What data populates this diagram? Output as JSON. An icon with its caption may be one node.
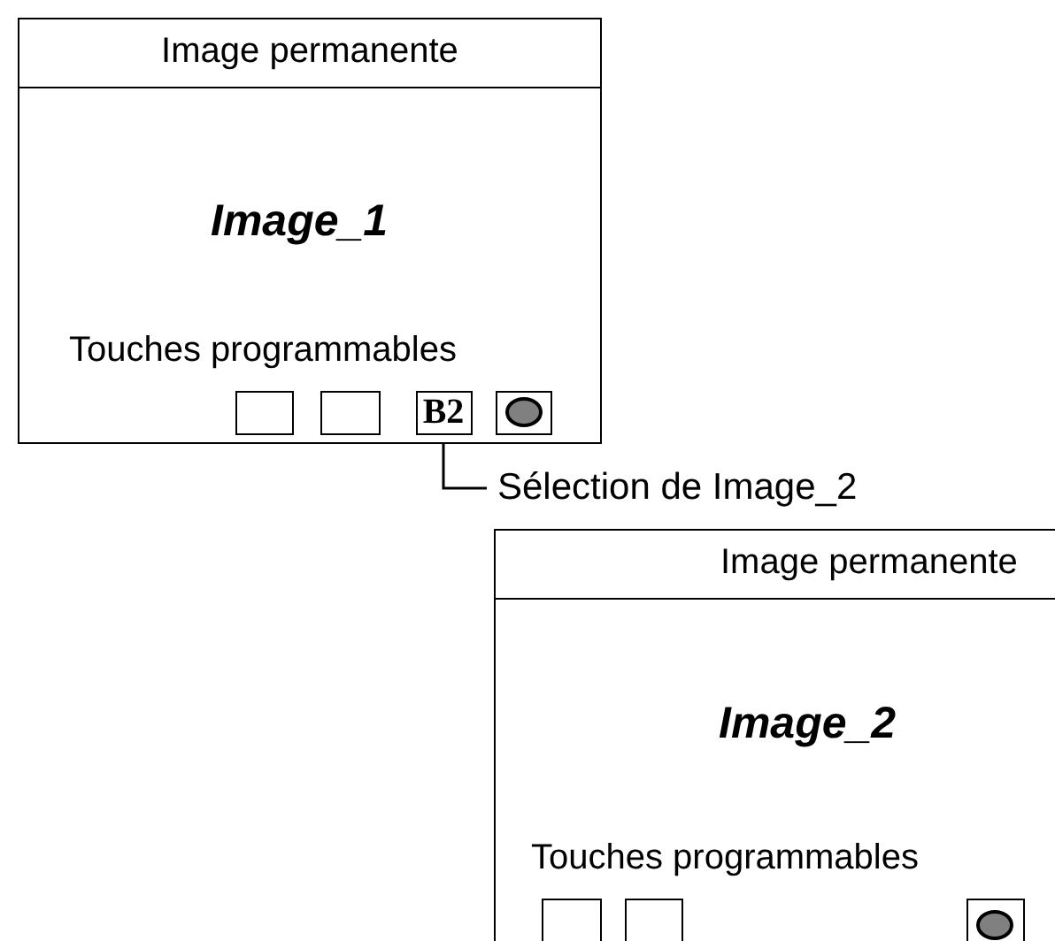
{
  "diagram": {
    "nodes": [
      {
        "text": [
          "Image permanente",
          "Image_1",
          "Touches programmables"
        ]
      },
      {
        "text": [],
        "shape": "box",
        "in": 0
      },
      {
        "text": [],
        "shape": "box",
        "in": 0
      },
      {
        "text": [
          "B2"
        ],
        "in": 0
      },
      {
        "text": [],
        "shape": "box",
        "in": 0
      },
      {
        "text": [
          "Sélection de Image_2"
        ]
      },
      {
        "text": [
          "Image permanente",
          "Image_2",
          "Touches programmables"
        ]
      },
      {
        "text": [],
        "shape": "box",
        "in": 6
      },
      {
        "text": [],
        "shape": "box",
        "in": 6
      },
      {
        "text": [],
        "shape": "box",
        "in": 6
      }
    ],
    "edges": [
      {
        "from": 5,
        "to": 3,
        "arrow": "none"
      }
    ]
  }
}
